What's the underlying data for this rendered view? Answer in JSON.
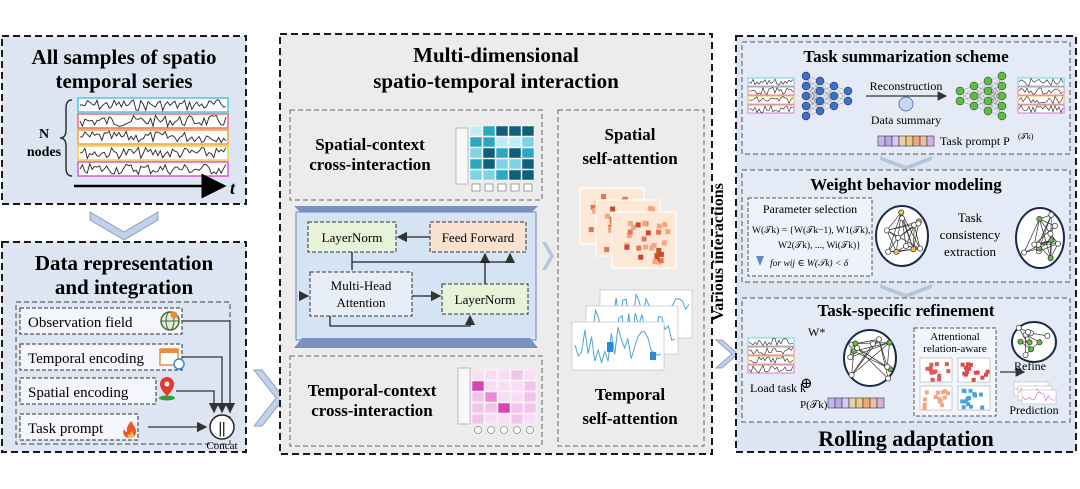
{
  "panel1": {
    "title_l1": "All samples of spatio",
    "title_l2": "temporal  series",
    "nodes_l1": "N",
    "nodes_l2": "nodes",
    "time_axis": "t"
  },
  "panel2": {
    "title_l1": "Data representation",
    "title_l2": "and integration",
    "items": [
      "Observation field",
      "Temporal encoding",
      "Spatial encoding",
      "Task prompt"
    ],
    "concat_symbol": "||",
    "concat_label": "Concat"
  },
  "panel3": {
    "title_l1": "Multi-dimensional",
    "title_l2": "spatio-temporal interaction",
    "spatial_cross_l1": "Spatial-context",
    "spatial_cross_l2": "cross-interaction",
    "temporal_cross_l1": "Temporal-context",
    "temporal_cross_l2": "cross-interaction",
    "layernorm_top": "LayerNorm",
    "feed_forward": "Feed Forward",
    "mha_l1": "Multi-Head",
    "mha_l2": "Attention",
    "layernorm_bottom": "LayerNorm",
    "spatial_self_l1": "Spatial",
    "spatial_self_l2": "self-attention",
    "temporal_self_l1": "Temporal",
    "temporal_self_l2": "self-attention"
  },
  "various_interactions": "Various interactions",
  "panel4": {
    "task_summary_title": "Task summarization scheme",
    "reconstruction": "Reconstruction",
    "data_summary": "Data summary",
    "task_prompt": "Task prompt P",
    "task_prompt_sup": "(𝒯k)",
    "weight_title": "Weight behavior modeling",
    "param_selection": "Parameter selection",
    "param_eq_l1": "W(𝒯k) = {W(𝒯k−1), W1(𝒯k),",
    "param_eq_l2": "W2(𝒯k), ..., Wi(𝒯k)}",
    "param_eq_l3": "for wij ∈ W(𝒯k) < δ",
    "consistency_l1": "Task",
    "consistency_l2": "consistency",
    "consistency_l3": "extraction",
    "refine_title": "Task-specific refinement",
    "w_star": "W*",
    "load_task": "Load task k",
    "p_tk": "P(𝒯k)",
    "oplus": "⊕",
    "attentional_l1": "Attentional",
    "attentional_l2": "relation-aware",
    "refine": "Refine",
    "prediction": "Prediction",
    "rolling_adaptation": "Rolling adaptation"
  },
  "colors": {
    "panel_bg": "#dde5f2",
    "panel3_bg": "#ececec",
    "block_bg": "#d4e4f4",
    "layernorm_fill": "#e6f3d8",
    "ff_fill": "#fbe1cf",
    "accent_orange": "#f08a3c",
    "heat_cyan": "#2aa8c2",
    "heat_pink": "#d844b8"
  }
}
